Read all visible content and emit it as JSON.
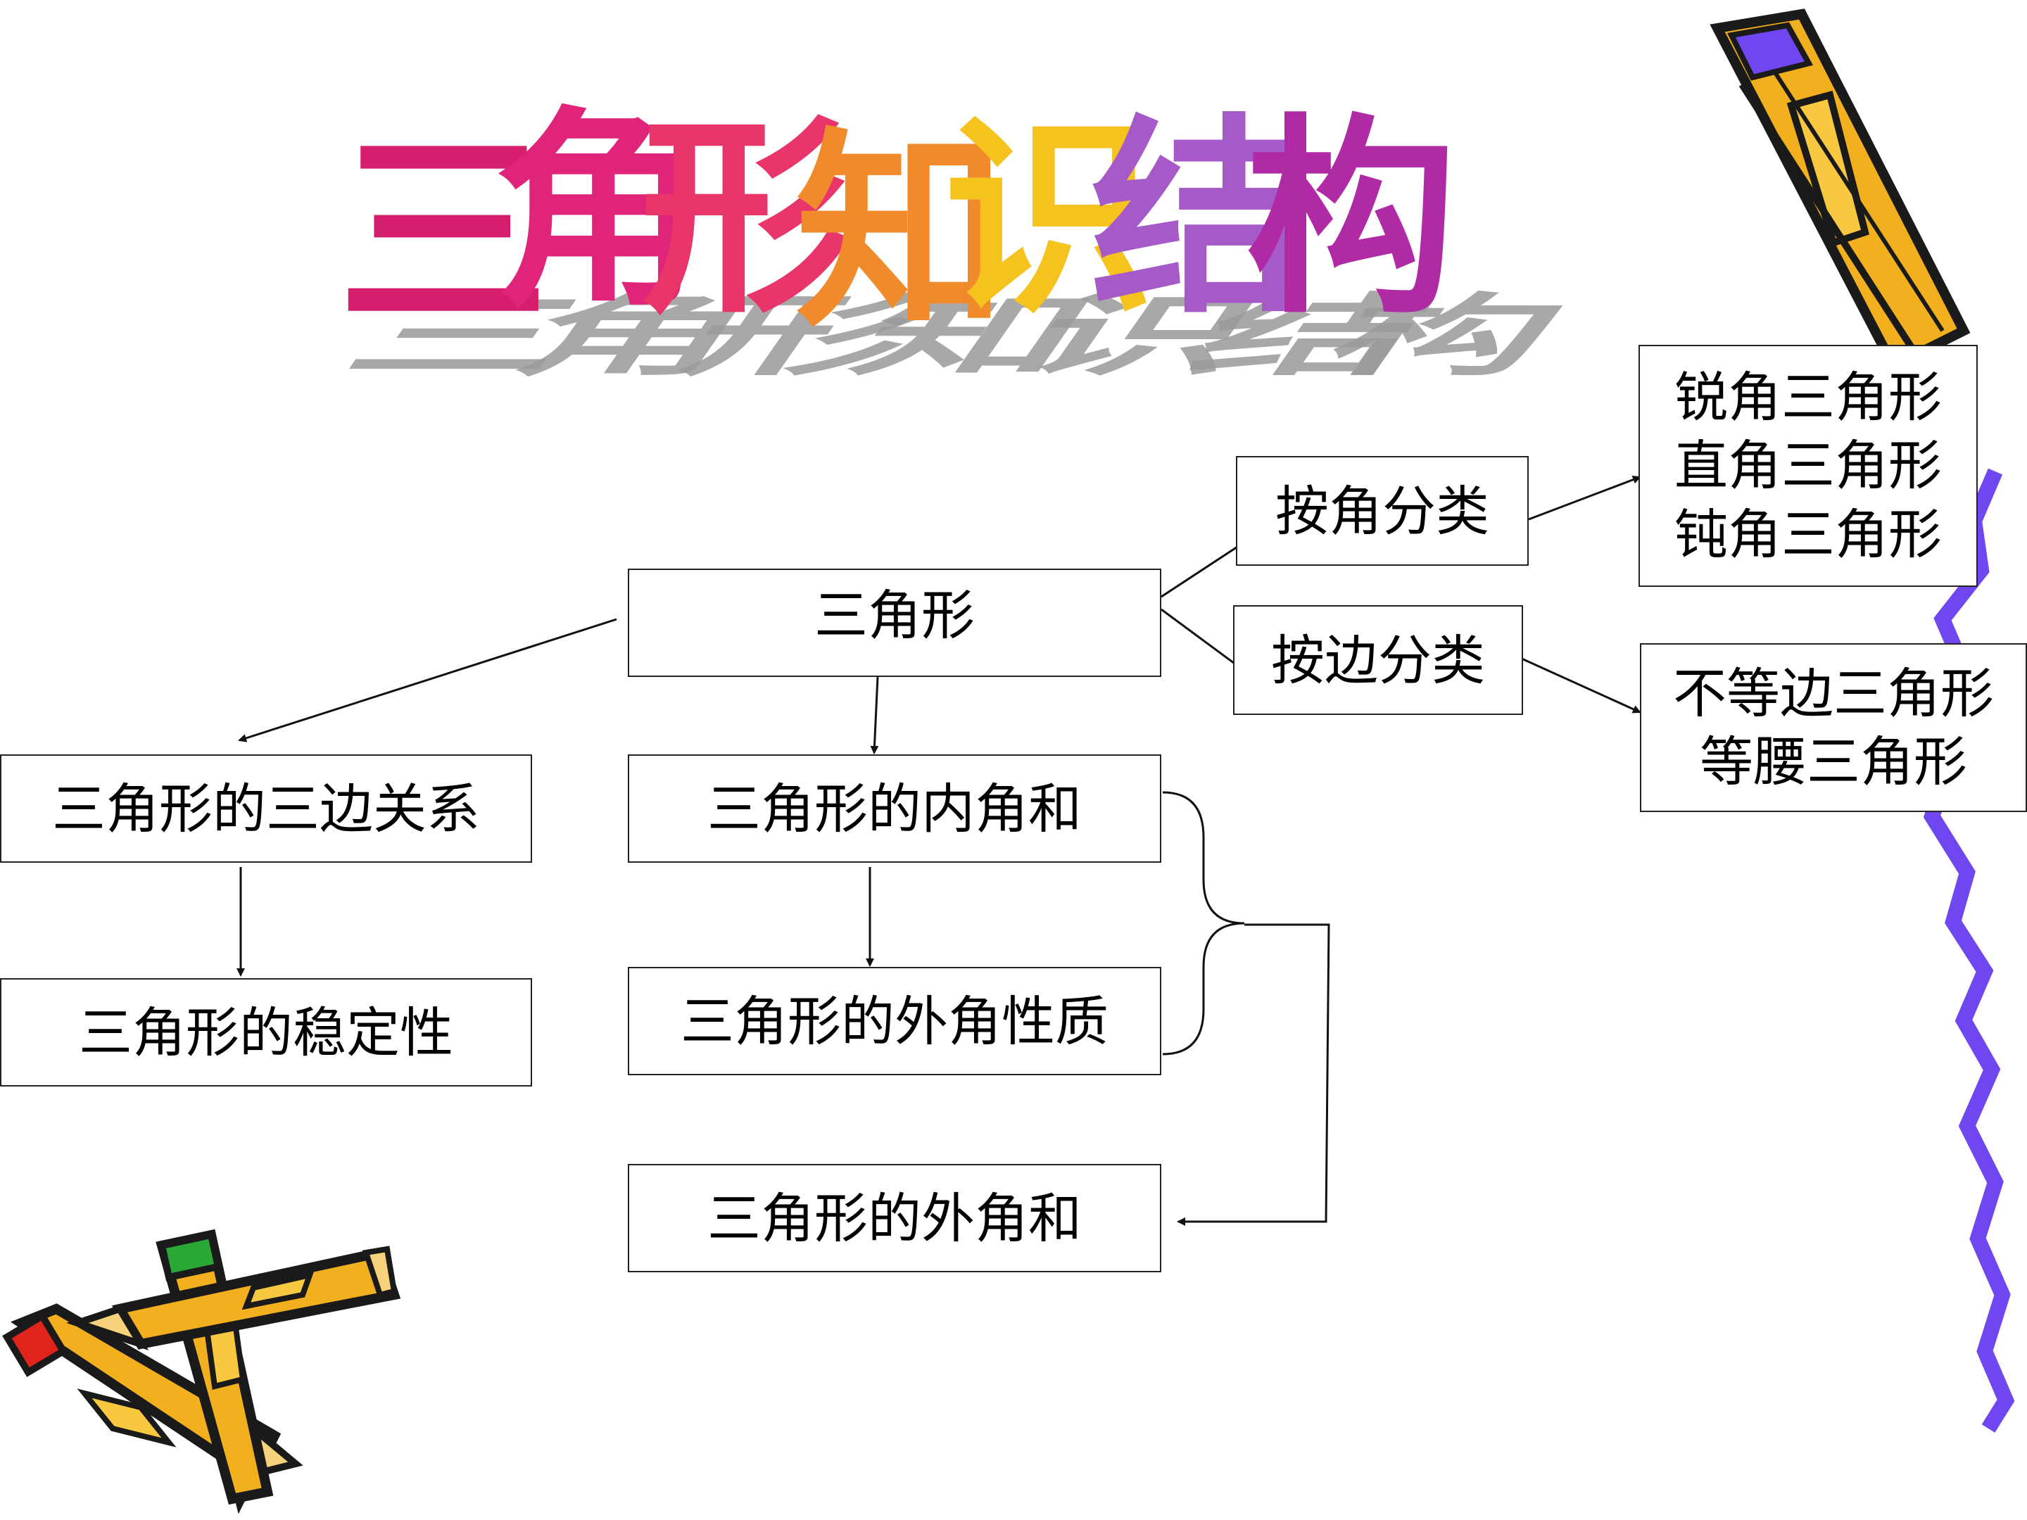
{
  "title": {
    "chars": [
      "三",
      "角",
      "形",
      "知",
      "识",
      "结",
      "构"
    ],
    "colors": [
      "#d61e6e",
      "#e0247a",
      "#e8356a",
      "#f08a2a",
      "#f5c21e",
      "#a65ac8",
      "#b02aa6"
    ]
  },
  "nodes": {
    "root": "三角形",
    "by_angle": "按角分类",
    "by_side": "按边分类",
    "angle_types": [
      "锐角三角形",
      "直角三角形",
      "钝角三角形"
    ],
    "side_types": [
      "不等边三角形",
      "等腰三角形"
    ],
    "side_relation": "三角形的三边关系",
    "stability": "三角形的稳定性",
    "interior_sum": "三角形的内角和",
    "exterior_property": "三角形的外角性质",
    "exterior_sum": "三角形的外角和"
  },
  "colors": {
    "line": "#111111",
    "pencil_body": "#f2b01e",
    "pencil_dark": "#1a1a1a",
    "zigzag": "#6f46f0",
    "eraser_red": "#e0241c",
    "eraser_green": "#2aa836"
  }
}
